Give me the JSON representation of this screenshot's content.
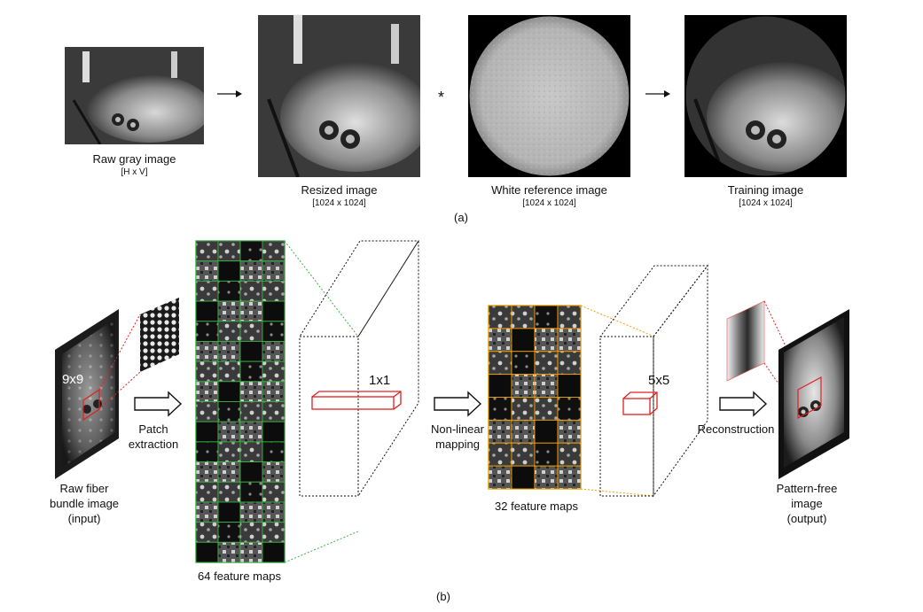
{
  "panel_a": {
    "caption": "(a)",
    "raw": {
      "title": "Raw gray image",
      "size": "[H x V]"
    },
    "resized": {
      "title": "Resized image",
      "size": "[1024 x 1024]"
    },
    "reference": {
      "title": "White reference image",
      "size": "[1024 x 1024]"
    },
    "training": {
      "title": "Training image",
      "size": "[1024 x 1024]"
    },
    "operator": "*"
  },
  "panel_b": {
    "caption": "(b)",
    "input_label": [
      "Raw fiber",
      "bundle image",
      "(input)"
    ],
    "patch_size": "9x9",
    "step1": [
      "Patch",
      "extraction"
    ],
    "maps1": "64 feature maps",
    "kernel1": "1x1",
    "step2": [
      "Non-linear",
      "mapping"
    ],
    "maps2": "32 feature maps",
    "kernel2": "5x5",
    "step3": "Reconstruction",
    "output_label": [
      "Pattern-free",
      "image",
      "(output)"
    ]
  },
  "colors": {
    "green": "#3cb043",
    "orange": "#f0a000",
    "red": "#e02020",
    "black": "#111111"
  }
}
